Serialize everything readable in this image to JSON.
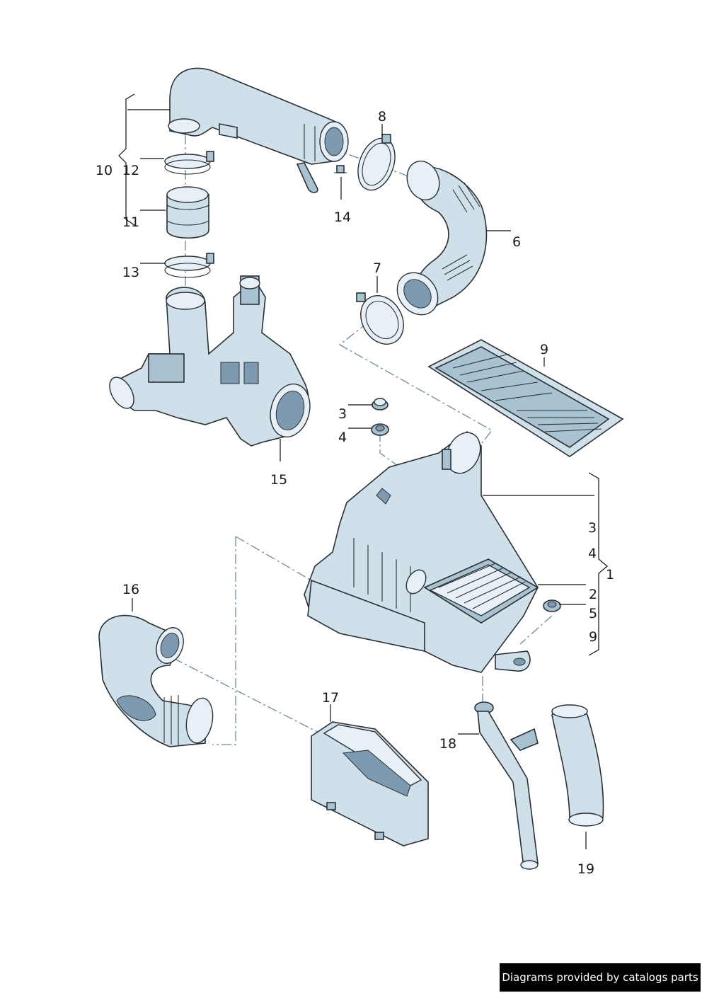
{
  "callouts": {
    "c1": "1",
    "c2": "2",
    "c3a": "3",
    "c3b": "3",
    "c4a": "4",
    "c4b": "4",
    "c5": "5",
    "c6": "6",
    "c7": "7",
    "c8": "8",
    "c9a": "9",
    "c9b": "9",
    "c10": "10",
    "c11": "11",
    "c12": "12",
    "c13": "13",
    "c14": "14",
    "c15": "15",
    "c16": "16",
    "c17": "17",
    "c18": "18",
    "c19": "19"
  },
  "footer": {
    "credit": "Diagrams provided by catalogs parts"
  }
}
